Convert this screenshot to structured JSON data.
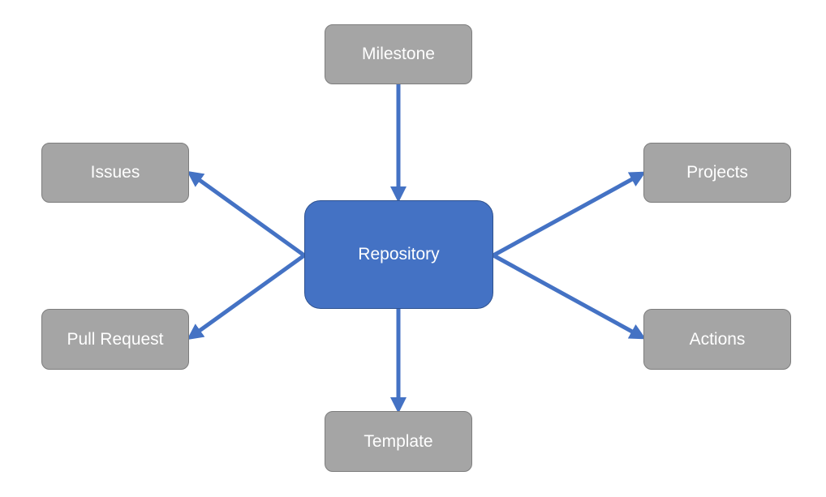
{
  "diagram": {
    "center": {
      "label": "Repository"
    },
    "nodes": {
      "milestone": "Milestone",
      "issues": "Issues",
      "projects": "Projects",
      "pull_request": "Pull Request",
      "actions": "Actions",
      "template": "Template"
    },
    "colors": {
      "node_fill": "#a5a5a5",
      "node_border": "#7d7d7d",
      "center_fill": "#4472c4",
      "center_border": "#2f528f",
      "arrow": "#4472c4",
      "text": "#ffffff"
    }
  }
}
